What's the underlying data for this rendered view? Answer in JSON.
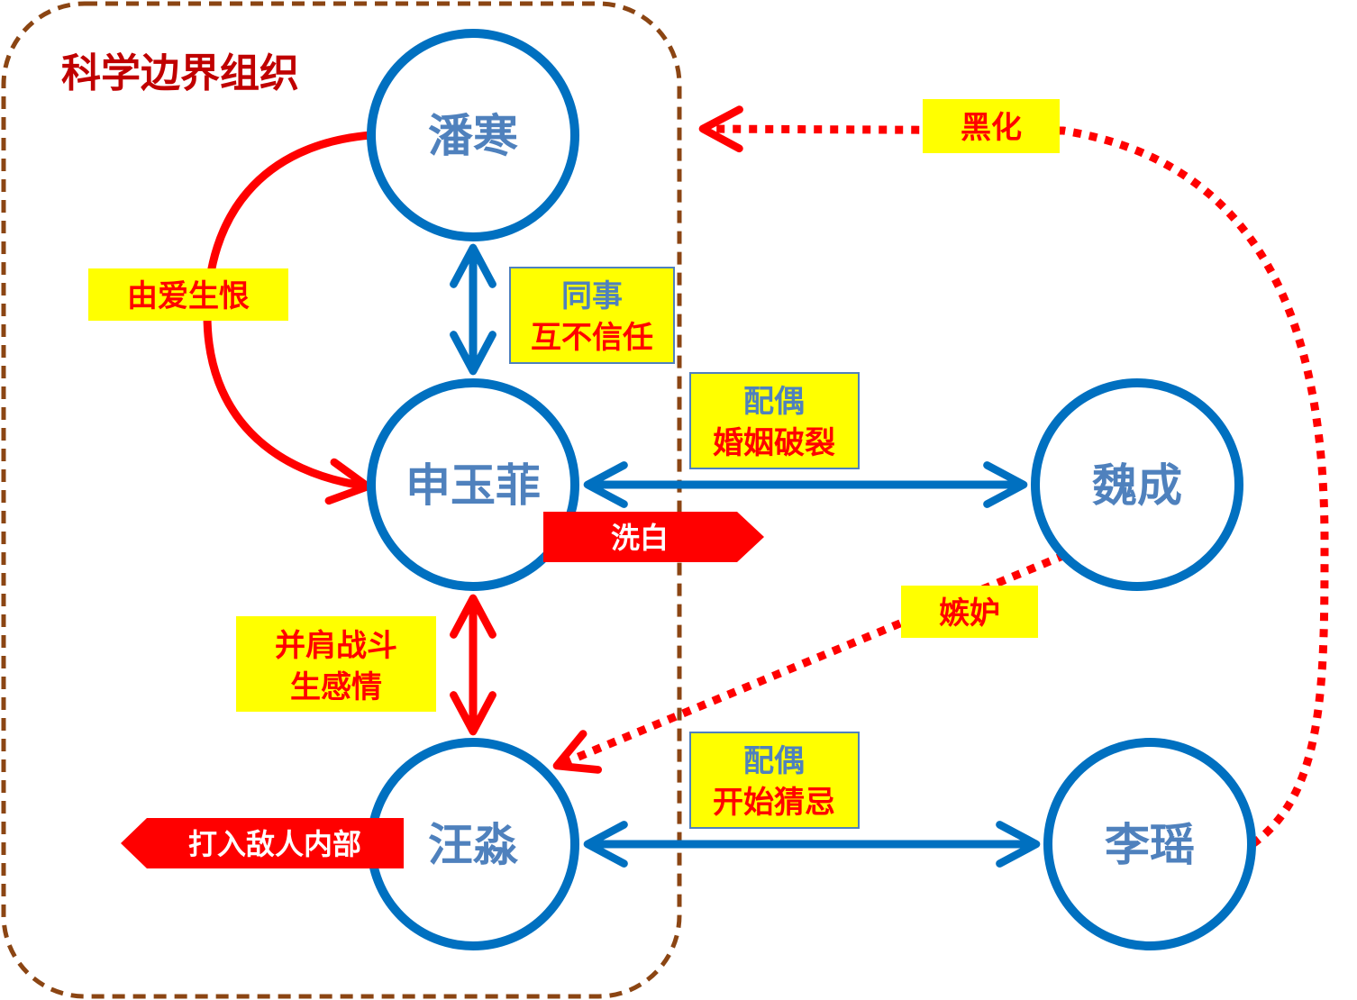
{
  "organization": {
    "title": "科学边界组织"
  },
  "people": {
    "pan_han": "潘寒",
    "shen_yufei": "申玉菲",
    "wang_miao": "汪淼",
    "wei_cheng": "魏成",
    "li_yao": "李瑶"
  },
  "relations": {
    "love_to_hate": "由爱生恨",
    "colleague_title": "同事",
    "colleague_detail": "互不信任",
    "spouse1_title": "配偶",
    "spouse1_detail": "婚姻破裂",
    "fight_line1": "并肩战斗",
    "fight_line2": "生感情",
    "jealousy": "嫉妒",
    "spouse2_title": "配偶",
    "spouse2_detail": "开始猜忌",
    "blacken": "黑化"
  },
  "tags": {
    "whitewash": "洗白",
    "infiltrate": "打入敌人内部"
  },
  "colors": {
    "circle_blue": "#0070c0",
    "name_blue": "#4f81bd",
    "relation_red": "#ff0000",
    "title_dark_red": "#c00000",
    "label_yellow": "#ffff00",
    "boundary_brown": "#8b4513"
  }
}
